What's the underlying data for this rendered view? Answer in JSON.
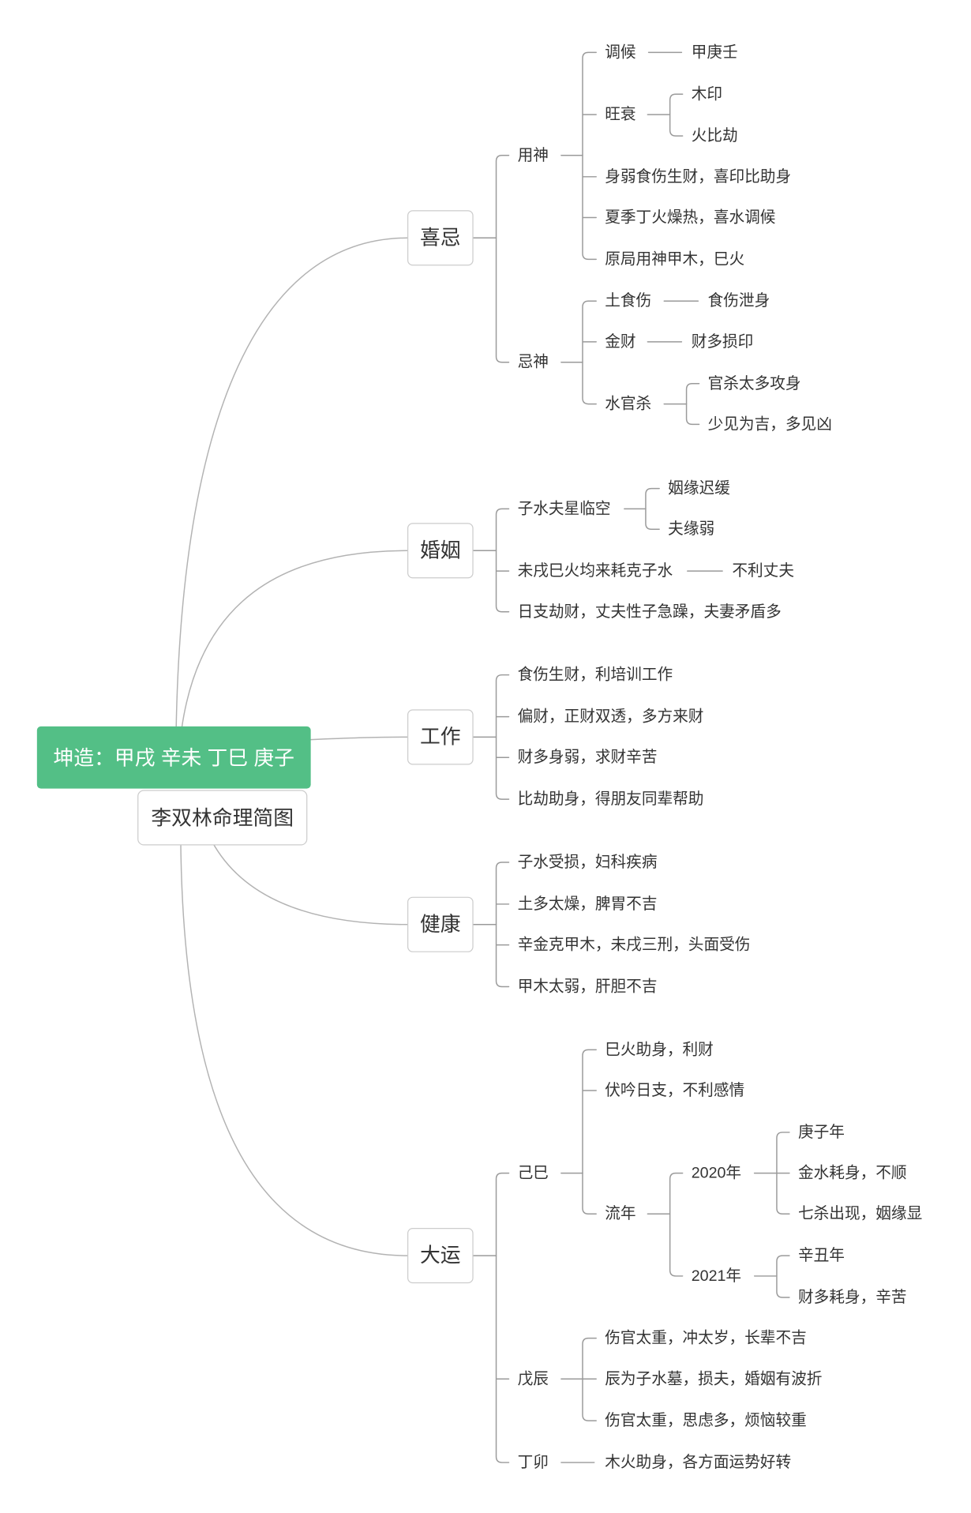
{
  "mindmap": {
    "root": "坤造：甲戌 辛未 丁巳 庚子",
    "subtitle": "李双林命理简图",
    "branches": [
      {
        "label": "喜忌",
        "children": [
          {
            "label": "用神",
            "children": [
              {
                "label": "调候",
                "children": [
                  {
                    "label": "甲庚壬"
                  }
                ]
              },
              {
                "label": "旺衰",
                "children": [
                  {
                    "label": "木印"
                  },
                  {
                    "label": "火比劫"
                  }
                ]
              },
              {
                "label": "身弱食伤生财，喜印比助身"
              },
              {
                "label": "夏季丁火燥热，喜水调候"
              },
              {
                "label": "原局用神甲木，巳火"
              }
            ]
          },
          {
            "label": "忌神",
            "children": [
              {
                "label": "土食伤",
                "children": [
                  {
                    "label": "食伤泄身"
                  }
                ]
              },
              {
                "label": "金财",
                "children": [
                  {
                    "label": "财多损印"
                  }
                ]
              },
              {
                "label": "水官杀",
                "children": [
                  {
                    "label": "官杀太多攻身"
                  },
                  {
                    "label": "少见为吉，多见凶"
                  }
                ]
              }
            ]
          }
        ]
      },
      {
        "label": "婚姻",
        "children": [
          {
            "label": "子水夫星临空",
            "children": [
              {
                "label": "姻缘迟缓"
              },
              {
                "label": "夫缘弱"
              }
            ]
          },
          {
            "label": "未戌巳火均来耗克子水",
            "children": [
              {
                "label": "不利丈夫"
              }
            ]
          },
          {
            "label": "日支劫财，丈夫性子急躁，夫妻矛盾多"
          }
        ]
      },
      {
        "label": "工作",
        "children": [
          {
            "label": "食伤生财，利培训工作"
          },
          {
            "label": "偏财，正财双透，多方来财"
          },
          {
            "label": "财多身弱，求财辛苦"
          },
          {
            "label": "比劫助身，得朋友同辈帮助"
          }
        ]
      },
      {
        "label": "健康",
        "children": [
          {
            "label": "子水受损，妇科疾病"
          },
          {
            "label": "土多太燥，脾胃不吉"
          },
          {
            "label": "辛金克甲木，未戌三刑，头面受伤"
          },
          {
            "label": "甲木太弱，肝胆不吉"
          }
        ]
      },
      {
        "label": "大运",
        "children": [
          {
            "label": "己巳",
            "children": [
              {
                "label": "巳火助身，利财"
              },
              {
                "label": "伏吟日支，不利感情"
              },
              {
                "label": "流年",
                "children": [
                  {
                    "label": "2020年",
                    "children": [
                      {
                        "label": "庚子年"
                      },
                      {
                        "label": "金水耗身，不顺"
                      },
                      {
                        "label": "七杀出现，姻缘显"
                      }
                    ]
                  },
                  {
                    "label": "2021年",
                    "children": [
                      {
                        "label": "辛丑年"
                      },
                      {
                        "label": "财多耗身，辛苦"
                      }
                    ]
                  }
                ]
              }
            ]
          },
          {
            "label": "戊辰",
            "children": [
              {
                "label": "伤官太重，冲太岁，长辈不吉"
              },
              {
                "label": "辰为子水墓，损夫，婚姻有波折"
              },
              {
                "label": "伤官太重，思虑多，烦恼较重"
              }
            ]
          },
          {
            "label": "丁卯",
            "children": [
              {
                "label": "木火助身，各方面运势好转"
              }
            ]
          }
        ]
      }
    ]
  },
  "colors": {
    "root_fill": "#53bf86",
    "root_text": "#ffffff",
    "topic_border": "#cccccc",
    "text": "#333333",
    "line": "#9a9a9a",
    "curve": "#b3b3b3"
  }
}
